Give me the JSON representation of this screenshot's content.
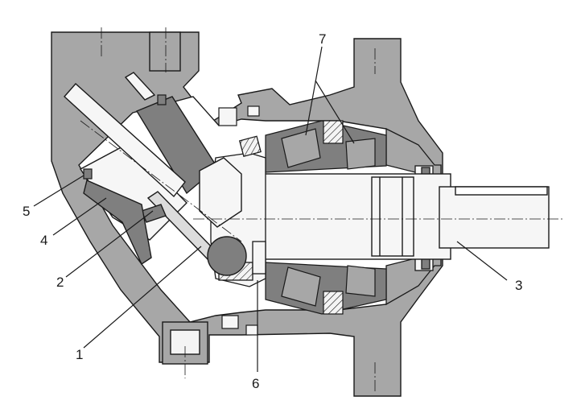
{
  "callouts": [
    {
      "id": "1",
      "label": "1"
    },
    {
      "id": "2",
      "label": "2"
    },
    {
      "id": "3",
      "label": "3"
    },
    {
      "id": "4",
      "label": "4"
    },
    {
      "id": "5",
      "label": "5"
    },
    {
      "id": "6",
      "label": "6"
    },
    {
      "id": "7",
      "label": "7"
    }
  ],
  "colors": {
    "housing": "#a7a7a7",
    "dark_part": "#7f7f7f",
    "light_part": "#f6f6f6",
    "outline": "#1a1a1a",
    "hatch": "#1a1a1a"
  }
}
